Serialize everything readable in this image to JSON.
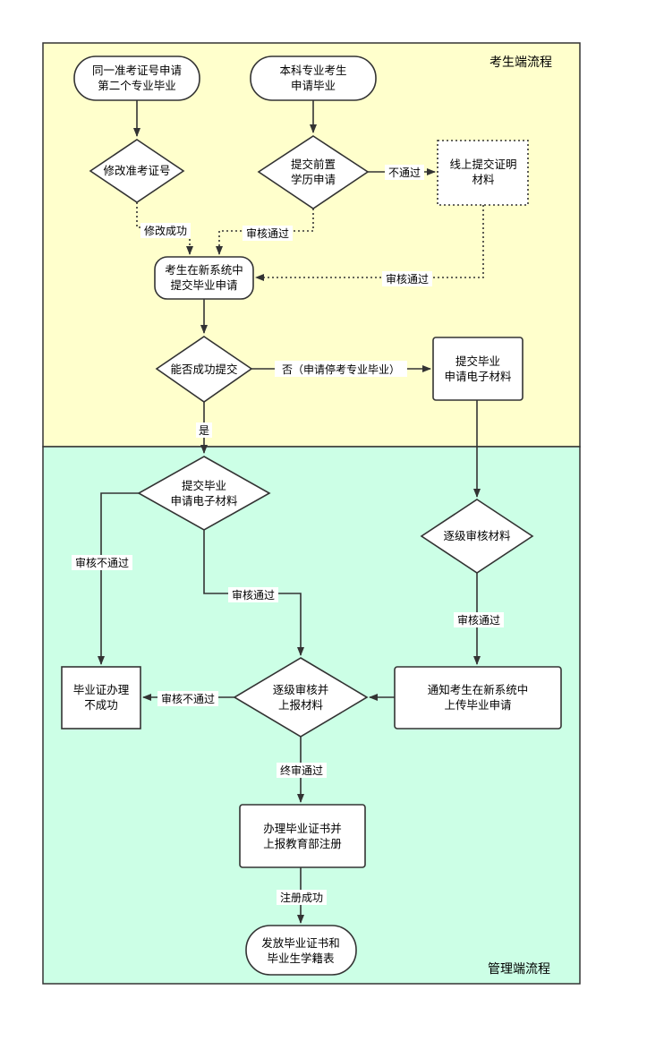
{
  "lanes": {
    "candidate": "考生端流程",
    "admin": "管理端流程"
  },
  "nodes": {
    "n1": [
      "同一准考证号申请",
      "第二个专业毕业"
    ],
    "n2": [
      "本科专业考生",
      "申请毕业"
    ],
    "n3": [
      "修改准考证号"
    ],
    "n4": [
      "提交前置",
      "学历申请"
    ],
    "n5": [
      "线上提交证明",
      "材料"
    ],
    "n6": [
      "考生在新系统中",
      "提交毕业申请"
    ],
    "n7": [
      "能否成功提交"
    ],
    "n8": [
      "提交毕业",
      "申请电子材料"
    ],
    "n9": [
      "提交毕业",
      "申请电子材料"
    ],
    "n10": [
      "逐级审核材料"
    ],
    "n11": [
      "毕业证办理",
      "不成功"
    ],
    "n12": [
      "逐级审核并",
      "上报材料"
    ],
    "n13": [
      "通知考生在新系统中",
      "上传毕业申请"
    ],
    "n14": [
      "办理毕业证书并",
      "上报教育部注册"
    ],
    "n15": [
      "发放毕业证书和",
      "毕业生学籍表"
    ]
  },
  "edges": {
    "fail": "不通过",
    "modify_ok": "修改成功",
    "review_pass_1": "审核通过",
    "review_pass_2": "审核通过",
    "no_stop": "否（申请停考专业毕业）",
    "yes": "是",
    "review_fail_1": "审核不通过",
    "review_pass_3": "审核通过",
    "review_pass_4": "审核通过",
    "review_fail_2": "审核不通过",
    "final_pass": "终审通过",
    "reg_ok": "注册成功"
  },
  "colors": {
    "candidate_lane": "#ffffcc",
    "admin_lane": "#ccffe6",
    "stroke": "#333333"
  }
}
